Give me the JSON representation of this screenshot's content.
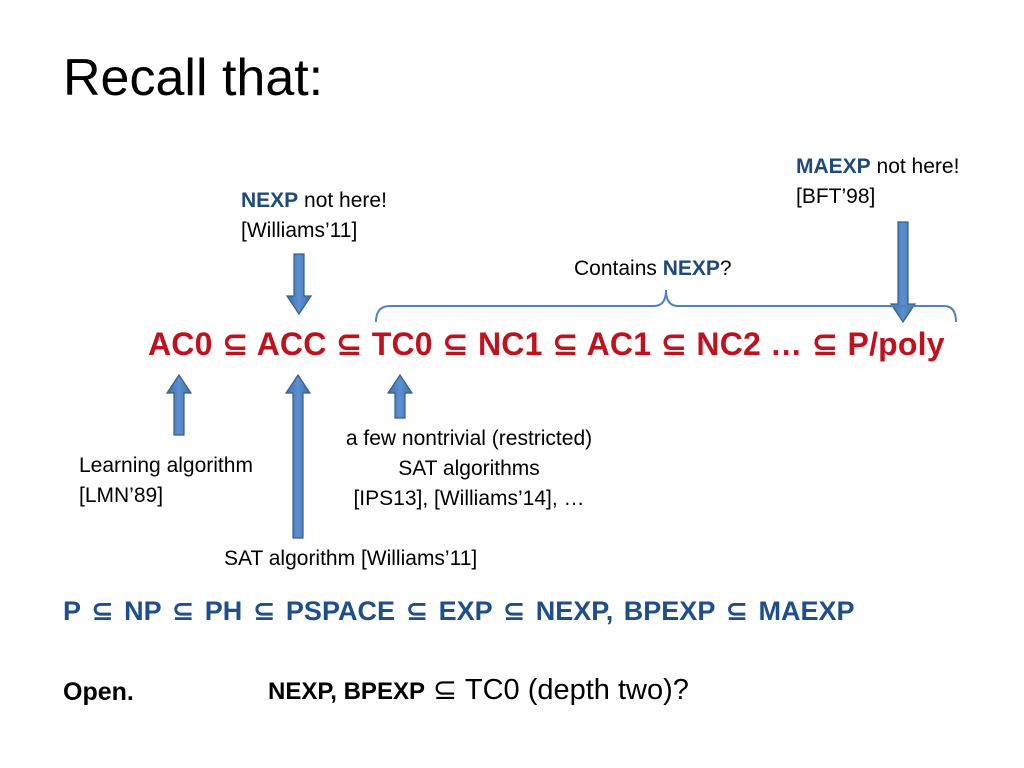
{
  "slide": {
    "title": "Recall that:"
  },
  "annotations": {
    "nexp_keyword": "NEXP",
    "nexp_rest": " not here!",
    "nexp_cite": "[Williams’11]",
    "maexp_keyword": "MAEXP",
    "maexp_rest": " not here!",
    "maexp_cite": "[BFT’98]",
    "contains_prefix": "Contains ",
    "contains_keyword": "NEXP",
    "contains_suffix": "?",
    "learning_line1": "Learning algorithm",
    "learning_line2": "[LMN’89]",
    "sat_few_line1": "a few nontrivial (restricted)",
    "sat_few_line2": "SAT algorithms",
    "sat_few_line3": "[IPS13], [Williams’14], …",
    "sat_williams": "SAT algorithm [Williams’11]"
  },
  "circuit_chain": "AC0 ⊆ ACC ⊆ TC0 ⊆ NC1 ⊆ AC1 ⊆ NC2  …  ⊆ P/poly",
  "complexity_chain": "P  ⊆  NP  ⊆  PH  ⊆  PSPACE  ⊆  EXP  ⊆  NEXP, BPEXP  ⊆  MAEXP",
  "open_question": {
    "label": "Open.",
    "classes": "NEXP, BPEXP",
    "relation": " ⊆ TC0 (depth two)?"
  },
  "colors": {
    "chain_red": "#c0111f",
    "class_navy": "#1f497d",
    "arrow_blue": "#4f81bd",
    "arrow_border": "#385d8a"
  }
}
